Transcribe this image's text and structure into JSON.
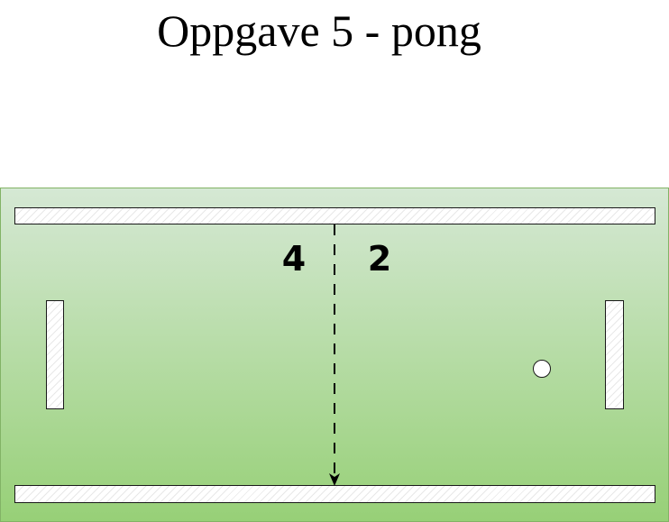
{
  "title": "Oppgave 5 - pong",
  "score": {
    "left": "4",
    "right": "2"
  },
  "colors": {
    "field_top": "#d5e8d4",
    "field_bottom": "#97d077",
    "field_border": "#82b366",
    "wall_fill": "#ffffff",
    "outline": "#1a1a1a"
  }
}
